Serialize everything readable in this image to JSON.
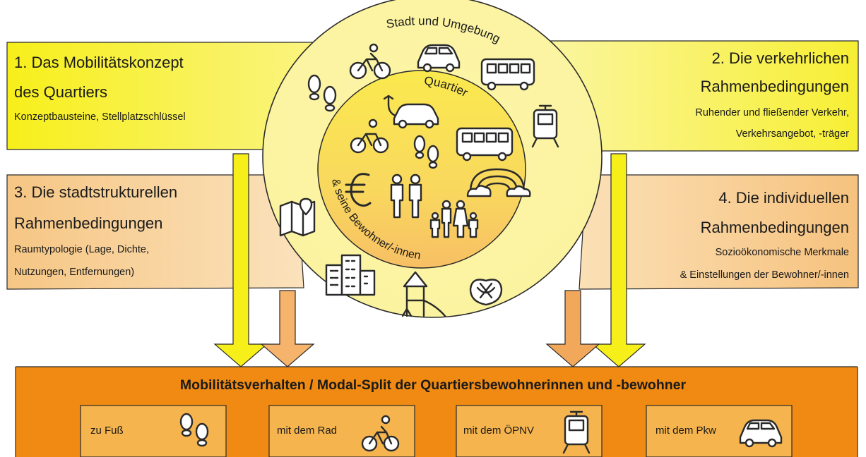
{
  "boxes": {
    "b1": {
      "line1": "1. Das Mobilitätskonzept",
      "line2": "des Quartiers",
      "sub": "Konzeptbausteine, Stellplatzschlüssel"
    },
    "b2": {
      "line1": "2. Die verkehrlichen",
      "line2": "Rahmenbedingungen",
      "sub1": "Ruhender und fließender Verkehr,",
      "sub2": "Verkehrsangebot, -träger"
    },
    "b3": {
      "line1": "3. Die stadtstrukturellen",
      "line2": "Rahmenbedingungen",
      "sub1": "Raumtypologie (Lage, Dichte,",
      "sub2": "Nutzungen, Entfernungen)"
    },
    "b4": {
      "line1": "4. Die individuellen",
      "line2": "Rahmenbedingungen",
      "sub1": "Sozioökonomische Merkmale",
      "sub2": "& Einstellungen der Bewohner/-innen"
    }
  },
  "circle": {
    "outer_label": "Stadt und Umgebung",
    "inner_top_label": "Quartier",
    "inner_bottom_label": "& seine Bewohner/-innen"
  },
  "bottom": {
    "title": "Mobilitätsverhalten / Modal-Split der Quartiersbewohnerinnen und -bewohner",
    "modes": [
      {
        "label": "zu Fuß",
        "icon": "footprints-icon"
      },
      {
        "label": "mit dem Rad",
        "icon": "bicycle-icon"
      },
      {
        "label": "mit dem ÖPNV",
        "icon": "tram-icon"
      },
      {
        "label": "mit dem Pkw",
        "icon": "car-icon"
      }
    ]
  },
  "colors": {
    "yellow": "#f7ef1a",
    "light_yellow": "#fbf59a",
    "peach": "#f6c07a",
    "light_peach": "#fadcb0",
    "orange": "#f08a12",
    "dark_orange": "#e9840f"
  }
}
